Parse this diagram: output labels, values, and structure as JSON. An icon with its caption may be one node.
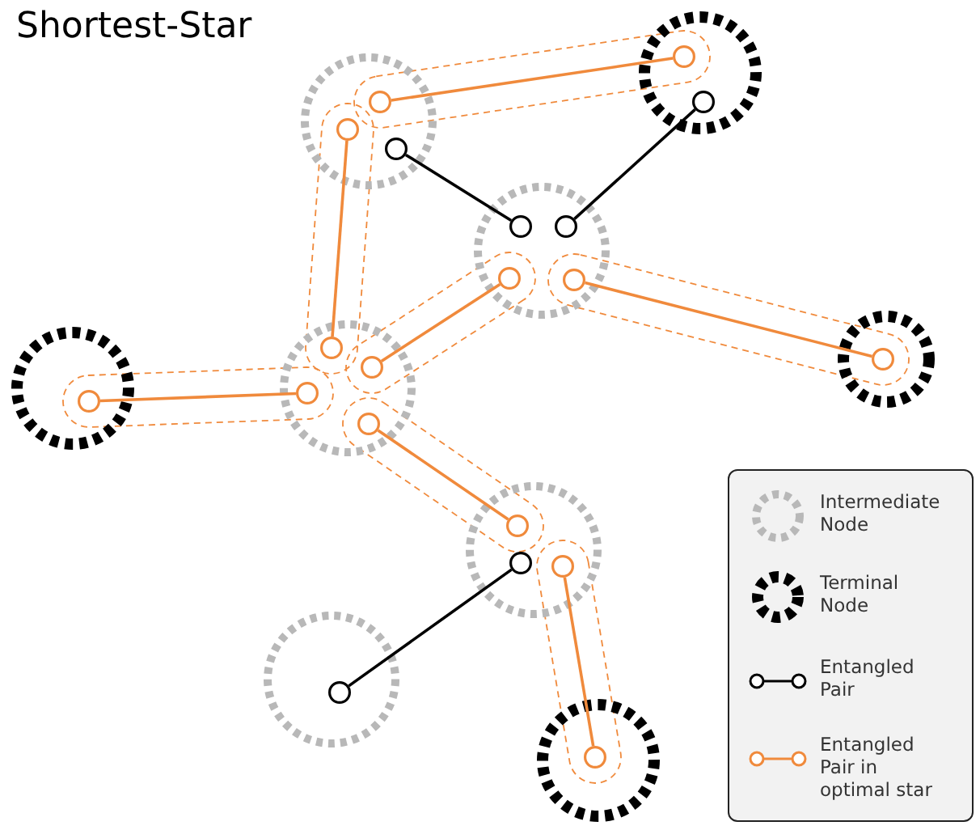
{
  "diagram": {
    "title": "Shortest-Star",
    "nodes": [
      {
        "text": [],
        "shape": "circle"
      },
      {
        "text": [],
        "shape": "circle",
        "in": 0
      },
      {
        "text": [],
        "shape": "circle",
        "in": 0
      },
      {
        "text": [],
        "shape": "circle",
        "in": 0
      },
      {
        "text": [],
        "shape": "circle"
      },
      {
        "text": [],
        "shape": "circle",
        "in": 4
      },
      {
        "text": [],
        "shape": "circle",
        "in": 4
      },
      {
        "text": [],
        "shape": "circle"
      },
      {
        "text": [],
        "shape": "circle",
        "in": 7
      },
      {
        "text": [],
        "shape": "circle",
        "in": 7
      },
      {
        "text": [],
        "shape": "circle",
        "in": 7
      },
      {
        "text": [],
        "shape": "circle",
        "in": 7
      },
      {
        "text": [],
        "shape": "circle"
      },
      {
        "text": [],
        "shape": "circle",
        "in": 12
      },
      {
        "text": [],
        "shape": "circle"
      },
      {
        "text": [],
        "shape": "circle",
        "in": 14
      },
      {
        "text": [],
        "shape": "circle",
        "in": 14
      },
      {
        "text": [],
        "shape": "circle",
        "in": 14
      },
      {
        "text": [],
        "shape": "circle",
        "in": 14
      },
      {
        "text": [],
        "shape": "circle"
      },
      {
        "text": [],
        "shape": "circle",
        "in": 19
      },
      {
        "text": [],
        "shape": "circle"
      },
      {
        "text": [],
        "shape": "circle",
        "in": 21
      },
      {
        "text": [],
        "shape": "circle",
        "in": 21
      },
      {
        "text": [],
        "shape": "circle",
        "in": 21
      },
      {
        "text": [],
        "shape": "circle"
      },
      {
        "text": [],
        "shape": "circle",
        "in": 25
      },
      {
        "text": [],
        "shape": "circle"
      },
      {
        "text": [],
        "shape": "circle",
        "in": 27
      }
    ],
    "edges": [
      {
        "from": 1,
        "to": 5,
        "arrow": "none"
      },
      {
        "from": 2,
        "to": 15,
        "arrow": "none"
      },
      {
        "from": 3,
        "to": 8,
        "arrow": "none",
        "color": "#000000"
      },
      {
        "from": 6,
        "to": 9,
        "arrow": "none",
        "color": "#000000"
      },
      {
        "from": 10,
        "to": 16,
        "arrow": "none"
      },
      {
        "from": 11,
        "to": 20,
        "arrow": "none"
      },
      {
        "from": 13,
        "to": 17,
        "arrow": "none"
      },
      {
        "from": 18,
        "to": 22,
        "arrow": "none"
      },
      {
        "from": 23,
        "to": 26,
        "arrow": "none",
        "color": "#000000"
      },
      {
        "from": 24,
        "to": 28,
        "arrow": "none"
      }
    ],
    "legend": [
      {
        "text": "Intermediate Node"
      },
      {
        "text": "Terminal Node"
      },
      {
        "text": "Entangled Pair"
      },
      {
        "text": "Entangled Pair in optimal star"
      }
    ]
  }
}
